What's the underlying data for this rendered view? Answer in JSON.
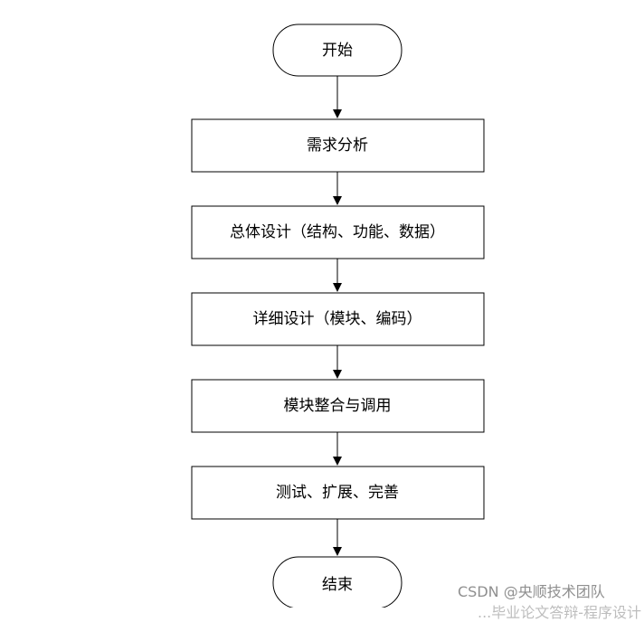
{
  "flowchart": {
    "start": "开始",
    "steps": [
      "需求分析",
      "总体设计（结构、功能、数据）",
      "详细设计（模块、编码）",
      "模块整合与调用",
      "测试、扩展、完善"
    ],
    "end": "结束"
  },
  "watermark": {
    "text": "CSDN @央顺技术团队",
    "subtext": "...毕业论文答辩-程序设计"
  }
}
